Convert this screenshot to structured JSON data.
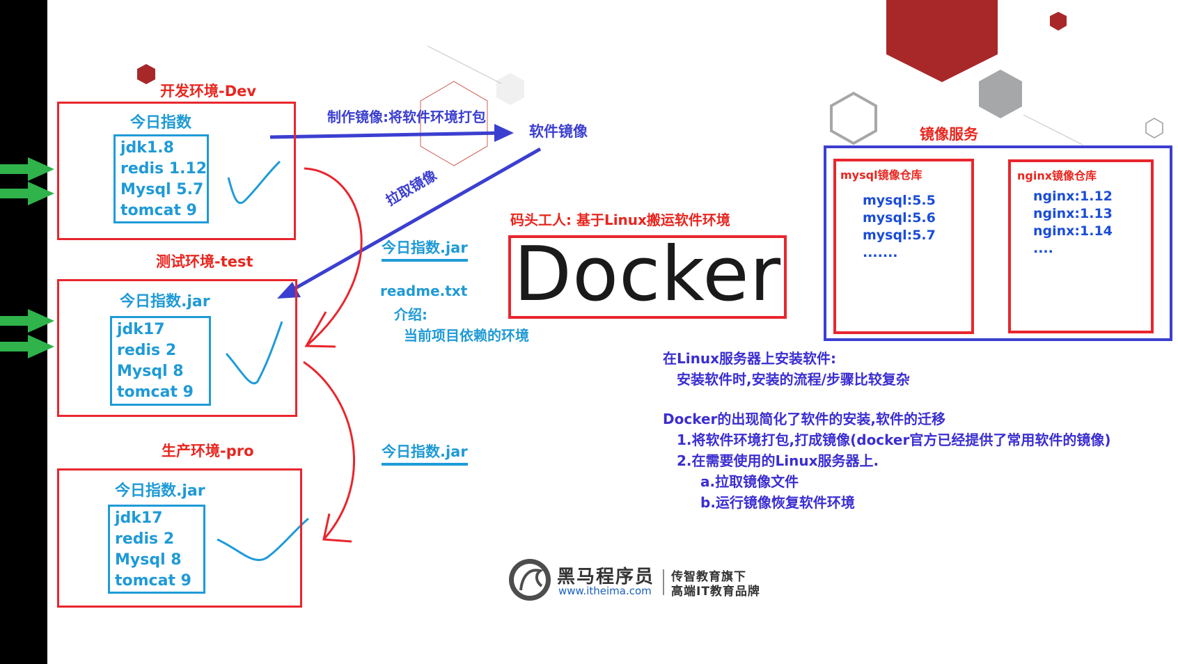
{
  "environments": {
    "dev": {
      "title": "开发环境-Dev",
      "box_title": "今日指数",
      "items": [
        "jdk1.8",
        "redis 1.12",
        "Mysql 5.7",
        "tomcat 9"
      ]
    },
    "test": {
      "title": "测试环境-test",
      "box_title": "今日指数.jar",
      "items": [
        "jdk17",
        "redis 2",
        "Mysql 8",
        "tomcat 9"
      ]
    },
    "pro": {
      "title": "生产环境-pro",
      "box_title": "今日指数.jar",
      "items": [
        "jdk17",
        "redis 2",
        "Mysql 8",
        "tomcat 9"
      ]
    }
  },
  "arrows": {
    "make_image": "制作镜像:将软件环境打包",
    "software_image": "软件镜像",
    "pull_image": "拉取镜像"
  },
  "jar_labels": {
    "test": "今日指数.jar",
    "pro": "今日指数.jar"
  },
  "readme": {
    "file": "readme.txt",
    "intro": "介绍:",
    "desc": "当前项目依赖的环境"
  },
  "docker": {
    "subtitle": "码头工人: 基于Linux搬运软件环境",
    "name": "Docker"
  },
  "registry": {
    "title": "镜像服务",
    "mysql": {
      "title": "mysql镜像仓库",
      "items": [
        "mysql:5.5",
        "mysql:5.6",
        "mysql:5.7",
        "......."
      ]
    },
    "nginx": {
      "title": "nginx镜像仓库",
      "items": [
        "nginx:1.12",
        "nginx:1.13",
        "nginx:1.14",
        "...."
      ]
    }
  },
  "notes": {
    "line1": "在Linux服务器上安装软件:",
    "line2": "安装软件时,安装的流程/步骤比较复杂",
    "line3": "Docker的出现简化了软件的安装,软件的迁移",
    "line4": "1.将软件环境打包,打成镜像(docker官方已经提供了常用软件的镜像)",
    "line5": "2.在需要使用的Linux服务器上.",
    "line6": "a.拉取镜像文件",
    "line7": "b.运行镜像恢复软件环境"
  },
  "logo": {
    "brand": "黑马程序员",
    "url": "www.itheima.com",
    "slogan1": "传智教育旗下",
    "slogan2": "高端IT教育品牌"
  },
  "colors": {
    "red": "#e8262d",
    "cyan": "#1e9bd8",
    "blue": "#3b3fd0",
    "green": "#2fb34a",
    "dark_red": "#a8282a"
  }
}
